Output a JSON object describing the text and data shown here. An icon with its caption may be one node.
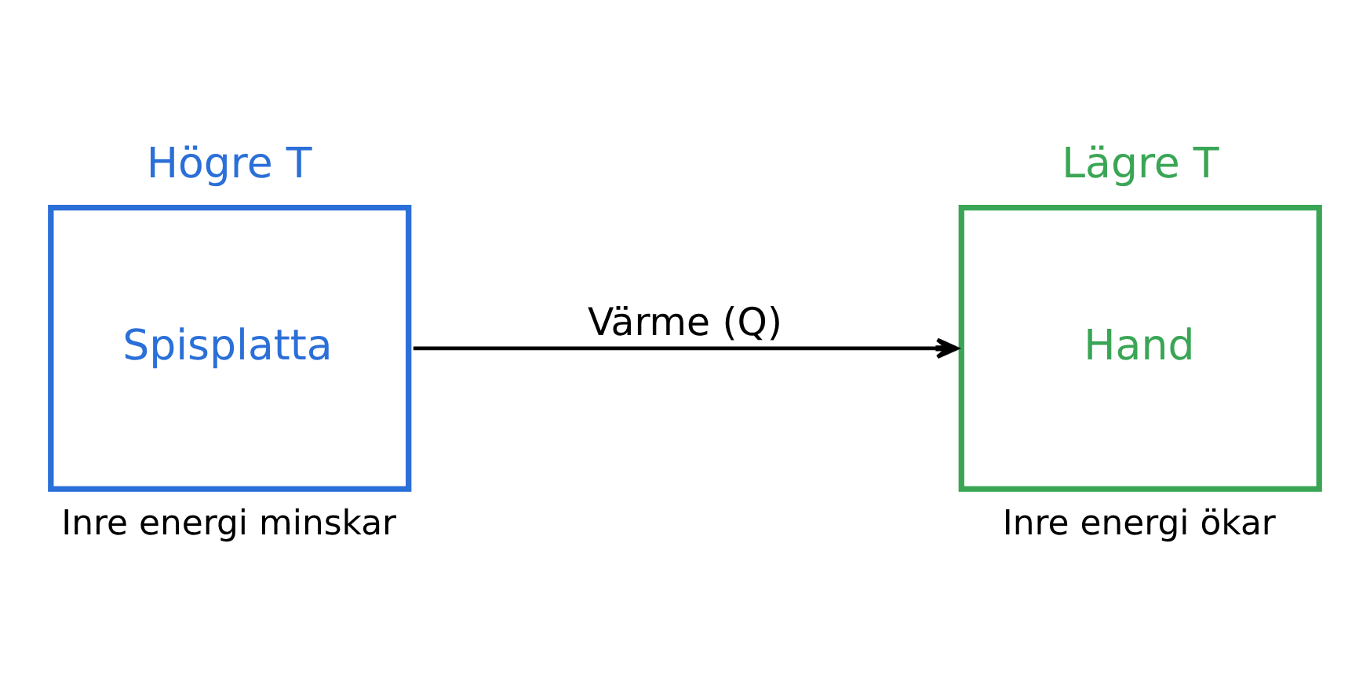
{
  "diagram": {
    "nodes": [
      {
        "text": [
          "Högre T",
          "Spisplatta"
        ],
        "beside": [
          "Inre energi minskar"
        ]
      },
      {
        "text": [
          "Lägre T",
          "Hand"
        ],
        "beside": [
          "Inre energi ökar"
        ]
      }
    ],
    "edges": [
      {
        "from": 0,
        "to": 1,
        "arrow": "to",
        "label": "Värme (Q)"
      }
    ]
  }
}
